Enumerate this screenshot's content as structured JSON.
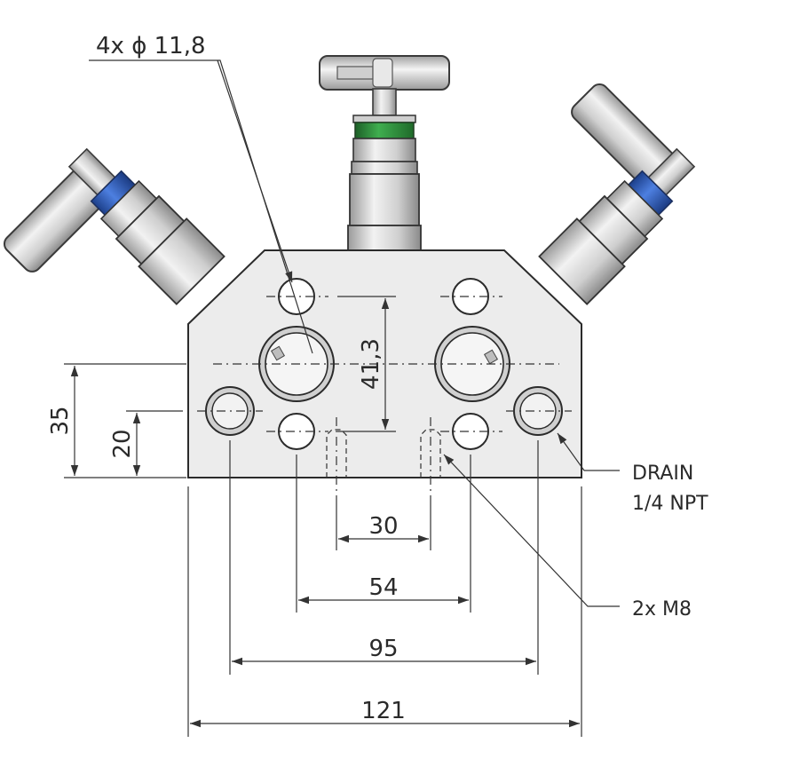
{
  "callouts": {
    "holes": "4x ϕ 11,8",
    "drain_line1": "DRAIN",
    "drain_line2": "1/4 NPT",
    "threads": "2x M8"
  },
  "dimensions": {
    "height_35": "35",
    "height_20": "20",
    "vertical_41_3": "41,3",
    "width_30": "30",
    "width_54": "54",
    "width_95": "95",
    "width_121": "121"
  },
  "colors": {
    "body": "#ececec",
    "green_ring": "#2e8b3a",
    "blue_ring": "#2f5fbf",
    "steel": "#c8c8c8"
  }
}
